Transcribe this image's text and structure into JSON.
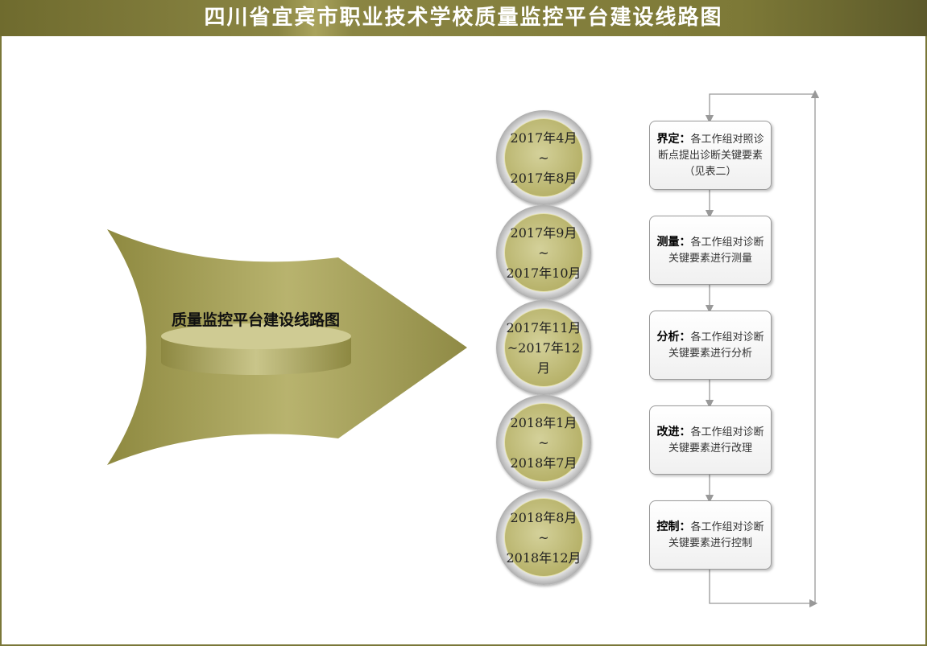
{
  "title": "四川省宜宾市职业技术学校质量监控平台建设线路图",
  "center_label": "质量监控平台建设线路图",
  "phases": [
    {
      "period": "2017年4月~\n2017年8月",
      "step": "界定",
      "separator": "：",
      "desc": "各工作组对照诊断点提出诊断关键要素（见表二）"
    },
    {
      "period": "2017年9月~\n2017年10月",
      "step": "测量",
      "separator": "：",
      "desc": "各工作组对诊断关键要素进行测量"
    },
    {
      "period": "2017年11月\n~2017年12\n月",
      "step": "分析",
      "separator": "：",
      "desc": "各工作组对诊断关键要素进行分析"
    },
    {
      "period": "2018年1月~\n2018年7月",
      "step": "改进",
      "separator": "：",
      "desc": "各工作组对诊断关键要素进行改理"
    },
    {
      "period": "2018年8月~\n2018年12月",
      "step": "控制",
      "separator": "：",
      "desc": "各工作组对诊断关键要素进行控制"
    }
  ],
  "colors": {
    "accent": "#7d7937",
    "arrow": "#a9a35c"
  }
}
